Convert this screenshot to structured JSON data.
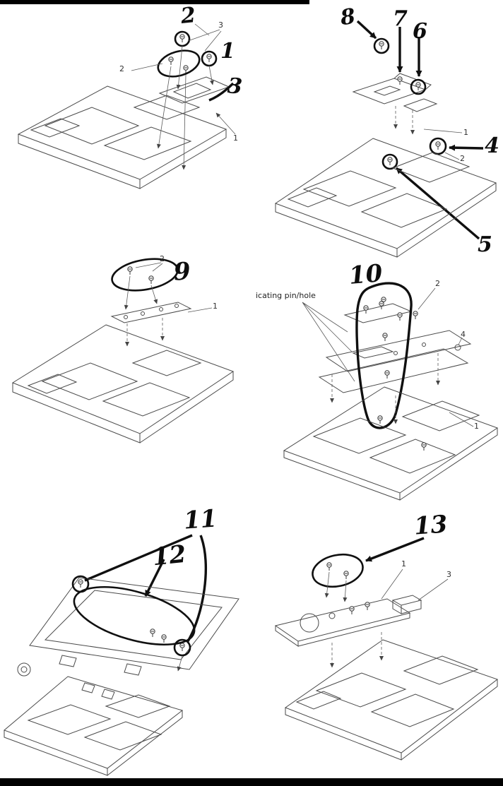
{
  "colors": {
    "background": "#ffffff",
    "ink": "#4a4a4a",
    "annotation_ink": "#101010"
  },
  "panels": [
    {
      "labels": [
        {
          "text": "2"
        },
        {
          "text": "3"
        },
        {
          "text": "1"
        },
        {
          "text": "2"
        },
        {
          "text": "3"
        },
        {
          "text": "1"
        }
      ]
    },
    {
      "labels": [
        {
          "text": "8"
        },
        {
          "text": "7"
        },
        {
          "text": "6"
        },
        {
          "text": "1"
        },
        {
          "text": "4"
        },
        {
          "text": "2"
        },
        {
          "text": "5"
        }
      ]
    },
    {
      "labels": [
        {
          "text": "2"
        },
        {
          "text": "9"
        },
        {
          "text": "1"
        }
      ]
    },
    {
      "labels": [
        {
          "text": "10"
        },
        {
          "text": "icating pin/hole"
        },
        {
          "text": "2"
        },
        {
          "text": "4"
        },
        {
          "text": "1"
        }
      ]
    },
    {
      "labels": [
        {
          "text": "11"
        },
        {
          "text": "12"
        }
      ]
    },
    {
      "labels": [
        {
          "text": "13"
        },
        {
          "text": "1"
        },
        {
          "text": "3"
        }
      ]
    }
  ]
}
